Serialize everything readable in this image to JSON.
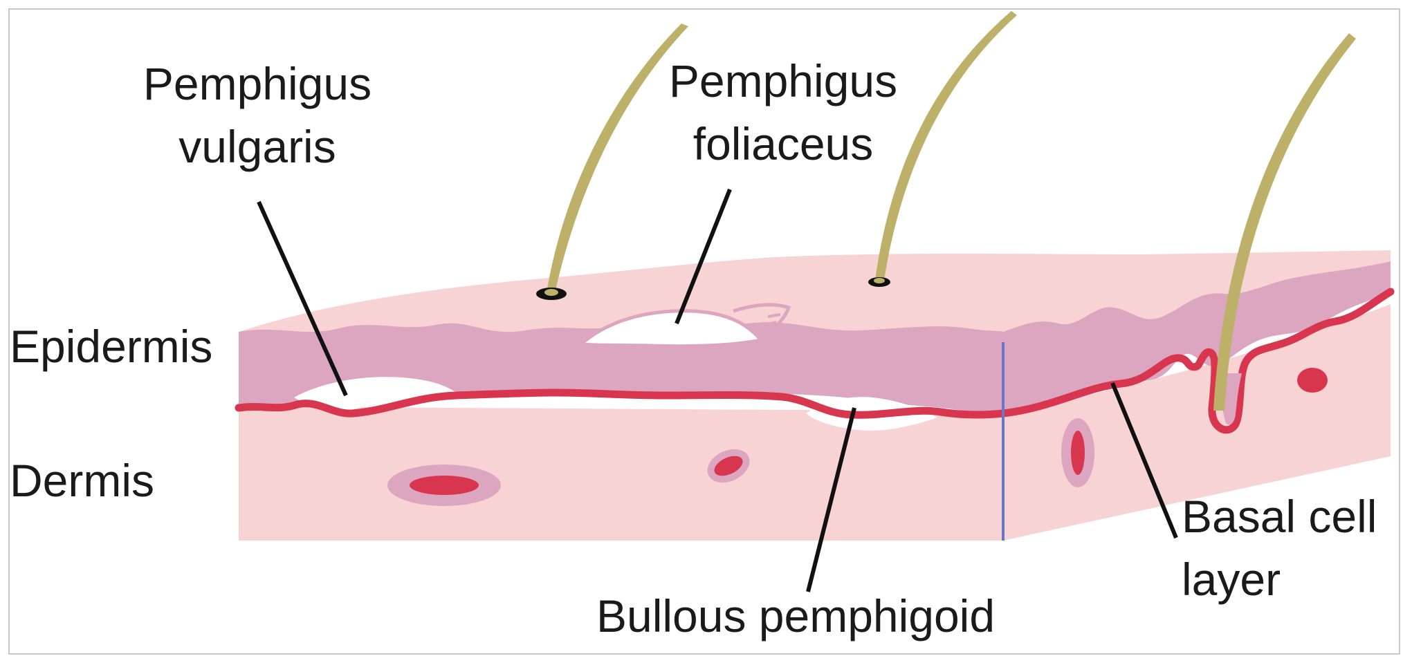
{
  "labels": {
    "pemphigus_vulgaris": [
      "Pemphigus",
      "vulgaris"
    ],
    "pemphigus_foliaceus": [
      "Pemphigus",
      "foliaceus"
    ],
    "epidermis": "Epidermis",
    "dermis": "Dermis",
    "bullous_pemphigoid": "Bullous pemphigoid",
    "basal_cell_layer": [
      "Basal cell",
      "layer"
    ]
  },
  "colors": {
    "dermis": "#f8d3d3",
    "epidermis": "#dca6c0",
    "basal_line": "#d8364f",
    "hair": "#bdb16a",
    "vessel_outer": "#dca6c0",
    "vessel_inner": "#d8364f",
    "edge_line": "#6877c4",
    "leader": "#111111"
  }
}
